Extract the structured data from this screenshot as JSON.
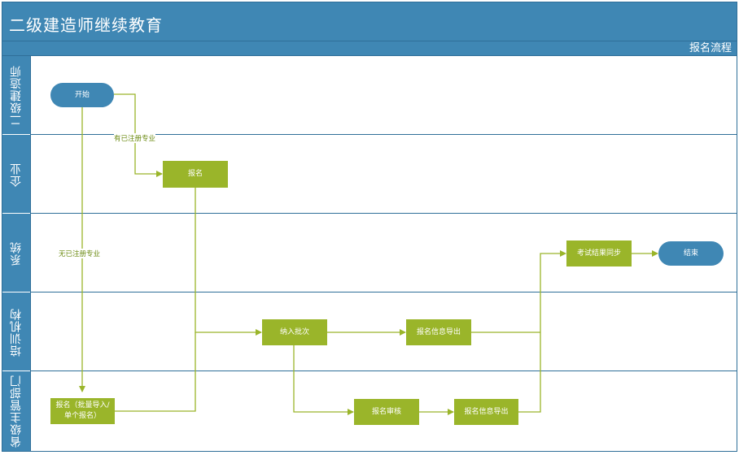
{
  "header": {
    "title": "二级建造师继续教育",
    "subtitle": "报名流程"
  },
  "lanes": [
    {
      "label": "二级建造师"
    },
    {
      "label": "企业"
    },
    {
      "label": "系统"
    },
    {
      "label": "培训机构"
    },
    {
      "label": "省级主管部门"
    }
  ],
  "nodes": {
    "start": "开始",
    "enterprise_signup": "报名",
    "batch_admit": "纳入批次",
    "export_info_training": "报名信息导出",
    "exam_sync": "考试结果同步",
    "end": "结束",
    "province_signup_line1": "报名（批量导入/",
    "province_signup_line2": "单个报名）",
    "signup_review": "报名审核",
    "export_info_province": "报名信息导出"
  },
  "edge_labels": {
    "has_registered": "有已注册专业",
    "no_registered": "无已注册专业"
  },
  "colors": {
    "lane_blue": "#3f87b4",
    "task_green": "#9ab52a",
    "line_green": "#9ab52a"
  }
}
